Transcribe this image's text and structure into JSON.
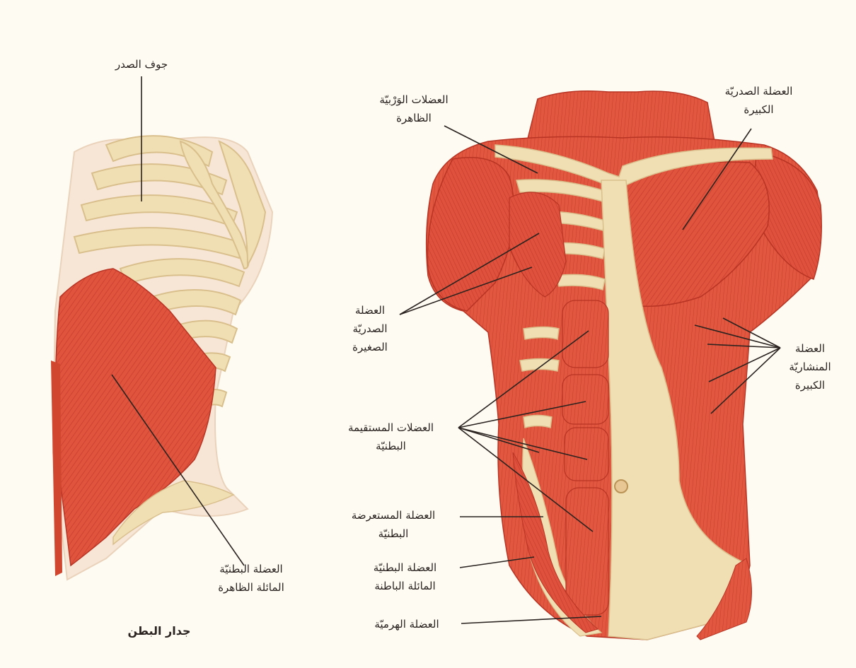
{
  "left_figure": {
    "label_cavity": "جوف الصدر",
    "label_external_oblique": [
      "العضلة البطنيّة",
      "المائلة الظاهرة"
    ],
    "caption": "جدار البطن"
  },
  "right_figure": {
    "label_dorsal_muscles": [
      "العضلات الوَرْبيّة",
      "الظاهرة"
    ],
    "label_pectoralis_major": [
      "العضلة الصدريّة",
      "الكبيرة"
    ],
    "label_pectoralis_minor": [
      "العضلة",
      "الصدريّة",
      "الصغيرة"
    ],
    "label_serratus_anterior": [
      "العضلة",
      "المنشاريّة",
      "الكبيرة"
    ],
    "label_rectus_abdominis": [
      "العضلات المستقيمة",
      "البطنيّة"
    ],
    "label_transversus": [
      "العضلة المستعرضة",
      "البطنيّة"
    ],
    "label_internal_oblique": [
      "العضلة البطنيّة",
      "المائلة الباطنة"
    ],
    "label_pyramidalis": "العضلة الهرميّة"
  },
  "colors": {
    "background": "#fdfbf2",
    "muscle": "#e0533d",
    "muscle_dark": "#c83a2a",
    "bone": "#f1dfb4",
    "bone_shadow": "#dcc290",
    "leader_line": "#2a2320"
  }
}
